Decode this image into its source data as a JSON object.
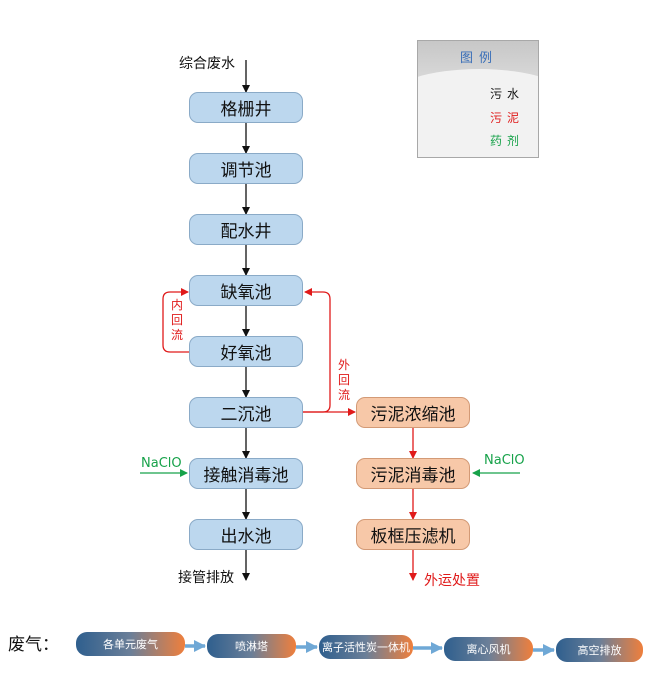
{
  "inflow_label": "综合废水",
  "outflow_label": "接管排放",
  "main_flow": [
    "格栅井",
    "调节池",
    "配水井",
    "缺氧池",
    "好氧池",
    "二沉池",
    "接触消毒池",
    "出水池"
  ],
  "sludge_flow": [
    "污泥浓缩池",
    "污泥消毒池",
    "板框压滤机"
  ],
  "sludge_end_label": "外运处置",
  "dosing_left": "NaClO",
  "dosing_right": "NaClO",
  "internal_return": "内回流",
  "external_return": "外回流",
  "legend": {
    "title": "图例",
    "items": [
      {
        "label": "污水",
        "color": "#111111"
      },
      {
        "label": "污泥",
        "color": "#e01a1a"
      },
      {
        "label": "药剂",
        "color": "#17a24a"
      }
    ]
  },
  "waste_gas": {
    "label": "废气：",
    "steps": [
      "各单元废气",
      "喷淋塔",
      "离子活性炭一体机",
      "离心风机",
      "高空排放"
    ]
  }
}
